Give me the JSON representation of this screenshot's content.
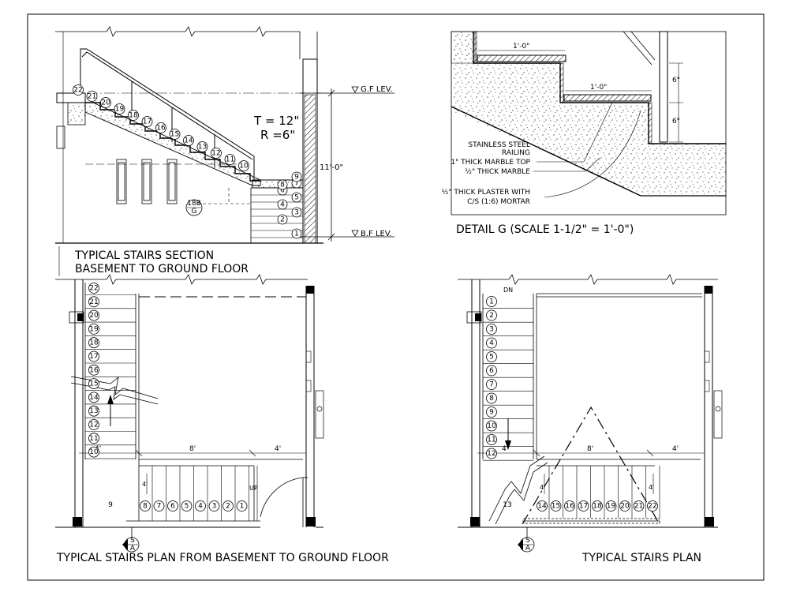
{
  "section": {
    "title_line1": "TYPICAL STAIRS SECTION",
    "title_line2": "BASEMENT TO GROUND FLOOR",
    "gf_level": "G.F LEV.",
    "bf_level": "B.F LEV.",
    "tread": "T = 12\"",
    "riser": "R =6\"",
    "height": "11'-0\"",
    "detail_ref_num": "18B",
    "detail_ref_letter": "G",
    "steps": [
      "1",
      "2",
      "3",
      "4",
      "5",
      "6",
      "7",
      "8",
      "9",
      "10",
      "11",
      "12",
      "13",
      "14",
      "15",
      "16",
      "17",
      "18",
      "19",
      "20",
      "21",
      "22"
    ]
  },
  "detail": {
    "title": "DETAIL G (SCALE 1-1/2\" = 1'-0\")",
    "dim_tread_top": "1'-0\"",
    "dim_tread_mid": "1'-0\"",
    "dim_riser_upper": "6\"",
    "dim_riser_lower": "6\"",
    "label_railing_1": "STAINLESS STEEL",
    "label_railing_2": "RAILING",
    "label_marble_top": "1\" THICK MARBLE TOP",
    "label_marble": "½\" THICK MARBLE",
    "label_plaster_1": "½\" THICK PLASTER WITH",
    "label_plaster_2": "C/S (1:6) MORTAR"
  },
  "plan_basement": {
    "title": "TYPICAL STAIRS PLAN FROM BASEMENT TO GROUND FLOOR",
    "dim_left": "4'",
    "dim_mid": "8'",
    "dim_right": "4'",
    "dim_side": "4'",
    "up_label": "UP",
    "section_mark_letter": "S",
    "section_mark_sub": "A",
    "flight_steps": [
      "22",
      "21",
      "20",
      "19",
      "18",
      "17",
      "16",
      "15",
      "14",
      "13",
      "12",
      "11",
      "10"
    ],
    "landing_step": "9",
    "bottom_steps": [
      "8",
      "7",
      "6",
      "5",
      "4",
      "3",
      "2",
      "1"
    ]
  },
  "plan_typical": {
    "title": "TYPICAL STAIRS PLAN",
    "dn_label": "DN",
    "dim_left": "4'",
    "dim_mid": "8'",
    "dim_right": "4'",
    "dim_side_left": "4'",
    "dim_side_right": "4'",
    "section_mark_letter": "S",
    "section_mark_sub": "A",
    "flight_steps": [
      "1",
      "2",
      "3",
      "4",
      "5",
      "6",
      "7",
      "8",
      "9",
      "10",
      "11",
      "12"
    ],
    "landing_step": "13",
    "bottom_steps": [
      "14",
      "15",
      "16",
      "17",
      "18",
      "19",
      "20",
      "21",
      "22"
    ]
  }
}
